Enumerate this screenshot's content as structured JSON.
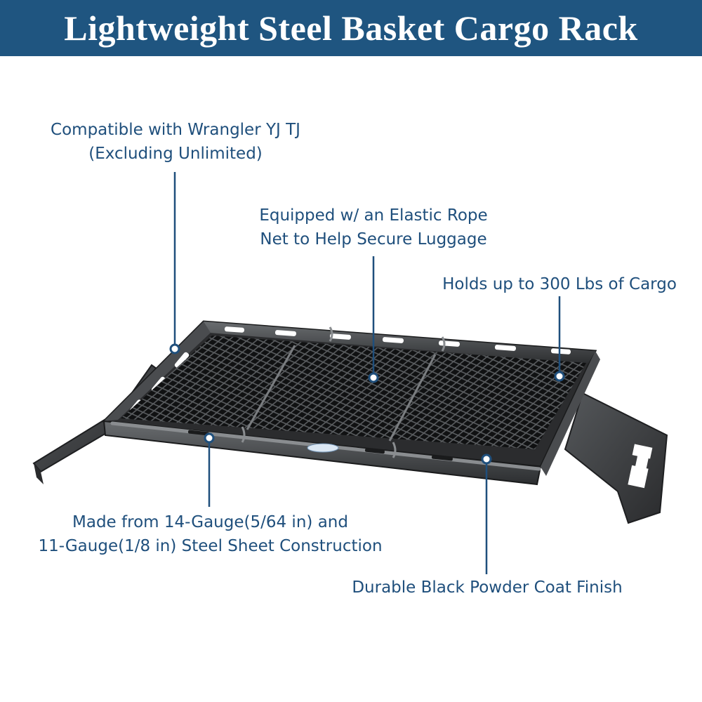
{
  "title": "Lightweight Steel Basket Cargo Rack",
  "colors": {
    "banner": "#1f5580",
    "title_text": "#ffffff",
    "callout": "#1f4f7c",
    "rack_metal": "#3b3d40",
    "rack_dark": "#1e1f21",
    "rack_highlight": "#6a6d70"
  },
  "callouts": {
    "compatibility": {
      "line1": "Compatible with Wrangler YJ TJ",
      "line2": "(Excluding Unlimited)"
    },
    "net": {
      "line1": "Equipped w/ an Elastic Rope",
      "line2": "Net to Help Secure Luggage"
    },
    "capacity": {
      "line1": "Holds up to 300 Lbs of Cargo"
    },
    "material": {
      "line1": "Made from 14-Gauge(5/64 in) and",
      "line2": "11-Gauge(1/8 in) Steel Sheet Construction"
    },
    "finish": {
      "line1": "Durable Black Powder Coat Finish"
    }
  },
  "product": {
    "image_name": "steel-basket-cargo-rack-with-net",
    "badge_icon": "brand-badge-icon"
  }
}
